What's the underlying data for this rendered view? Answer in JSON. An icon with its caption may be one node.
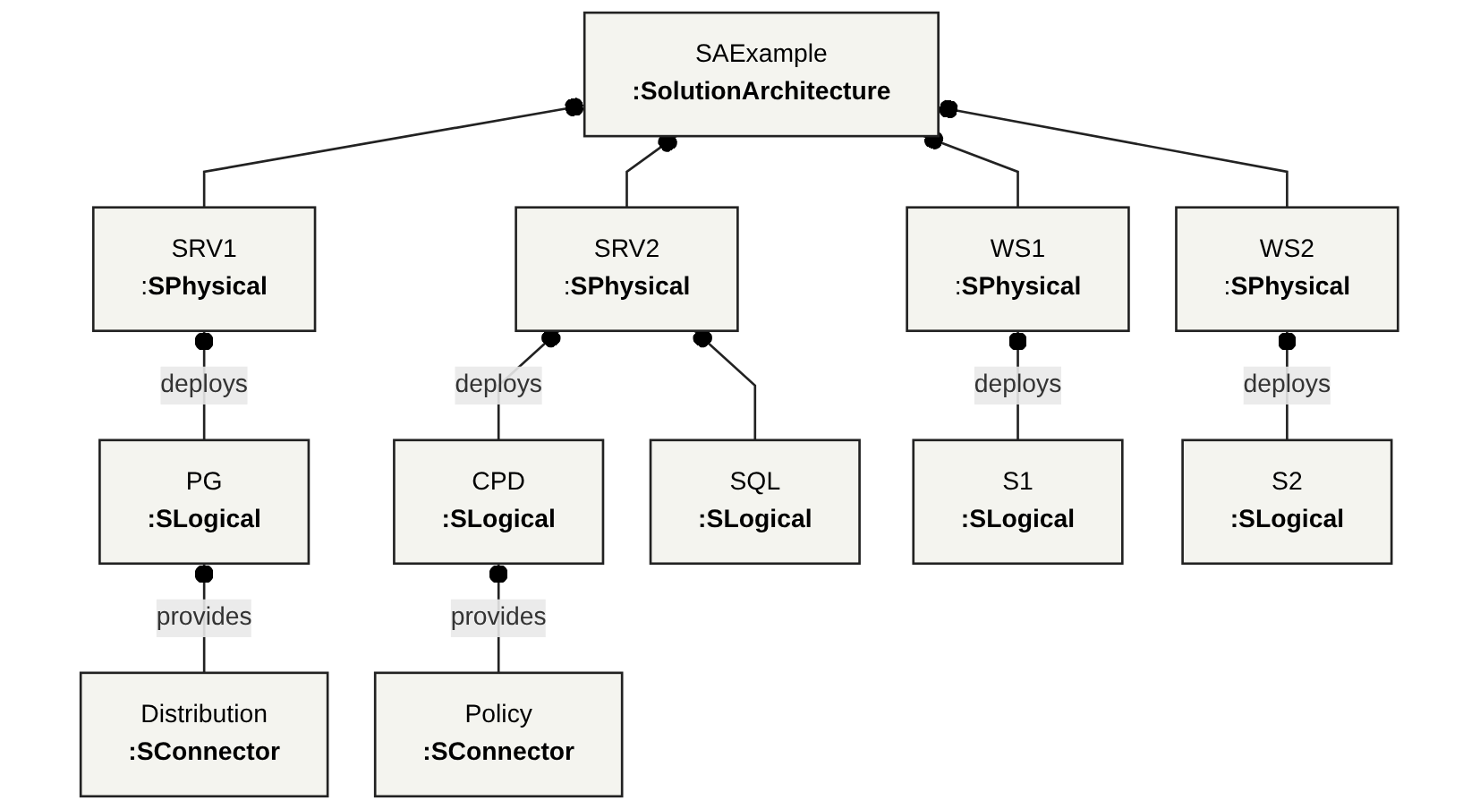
{
  "diagram": {
    "nodes": [
      {
        "text": [
          "SAExample",
          ":SolutionArchitecture"
        ]
      },
      {
        "text": [
          "SRV1",
          ":**SPhysical**"
        ]
      },
      {
        "text": [
          "SRV2",
          ":**SPhysical**"
        ]
      },
      {
        "text": [
          "WS1",
          ":**SPhysical**"
        ]
      },
      {
        "text": [
          "WS2",
          ":**SPhysical**"
        ]
      },
      {
        "text": [
          "PG",
          ":SLogical"
        ]
      },
      {
        "text": [
          "CPD",
          ":SLogical"
        ]
      },
      {
        "text": [
          "SQL",
          ":SLogical"
        ]
      },
      {
        "text": [
          "S1",
          ":SLogical"
        ]
      },
      {
        "text": [
          "S2",
          ":SLogical"
        ]
      },
      {
        "text": [
          "Distribution",
          ":SConnector"
        ]
      },
      {
        "text": [
          "Policy",
          ":SConnector"
        ]
      }
    ],
    "edges": [
      {
        "from": 1,
        "to": 0,
        "arrow": "other"
      },
      {
        "from": 2,
        "to": 0,
        "arrow": "other"
      },
      {
        "from": 3,
        "to": 0,
        "arrow": "other"
      },
      {
        "from": 4,
        "to": 0,
        "arrow": "other"
      },
      {
        "from": 5,
        "to": 1,
        "arrow": "other",
        "label": "deploys"
      },
      {
        "from": 6,
        "to": 2,
        "arrow": "other",
        "label": "deploys"
      },
      {
        "from": 7,
        "to": 2,
        "arrow": "other"
      },
      {
        "from": 8,
        "to": 3,
        "arrow": "other",
        "label": "deploys"
      },
      {
        "from": 9,
        "to": 4,
        "arrow": "other",
        "label": "deploys"
      },
      {
        "from": 10,
        "to": 5,
        "arrow": "other",
        "label": "provides"
      },
      {
        "from": 11,
        "to": 6,
        "arrow": "other",
        "label": "provides"
      }
    ]
  }
}
